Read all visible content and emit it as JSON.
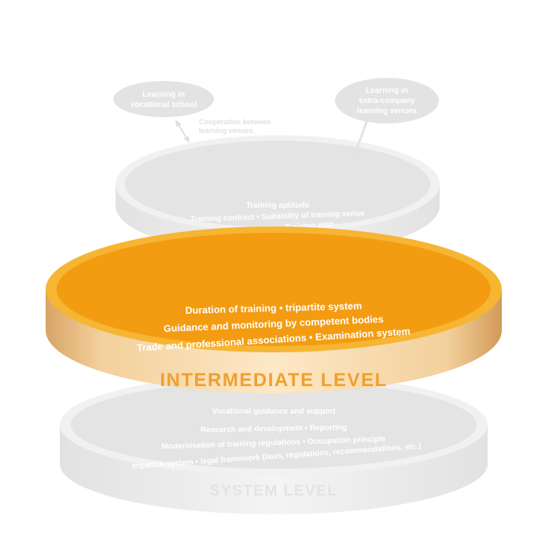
{
  "top_level": {
    "bubble_school": [
      "Learning in",
      "vocational school"
    ],
    "bubble_company": [
      "Learning in",
      "extra-company",
      "learning venues"
    ],
    "cooperation": [
      "Cooperation between",
      "learning venues"
    ],
    "lines": [
      "Training aptitude",
      "Training contract • Suitability of training venue",
      "Representation • Training plan"
    ]
  },
  "intermediate_level": {
    "lines": [
      "Duration of training • tripartite system",
      "Guidance and monitoring by competent bodies",
      "Trade and professional associations • Examination system"
    ],
    "label": "INTERMEDIATE LEVEL"
  },
  "system_level": {
    "lines": [
      "Vocational guidance and support",
      "Research and development • Reporting",
      "Modernisation of training regulations • Occupation principle",
      "tripartite system • legal framework (laws, regulations, recommendations, etc.)"
    ],
    "label": "SYSTEM LEVEL"
  },
  "colors": {
    "orange": "#f39c12",
    "orange_rim": "#f7b733",
    "band_light": "#fbe2b8",
    "band_dark": "#d9a35f",
    "label_orange": "#f0a030",
    "gray_fill": "#e3e3e3",
    "gray_rim": "#f0f0f0",
    "gray_band": "#ececec",
    "gray_text": "#ffffff"
  }
}
